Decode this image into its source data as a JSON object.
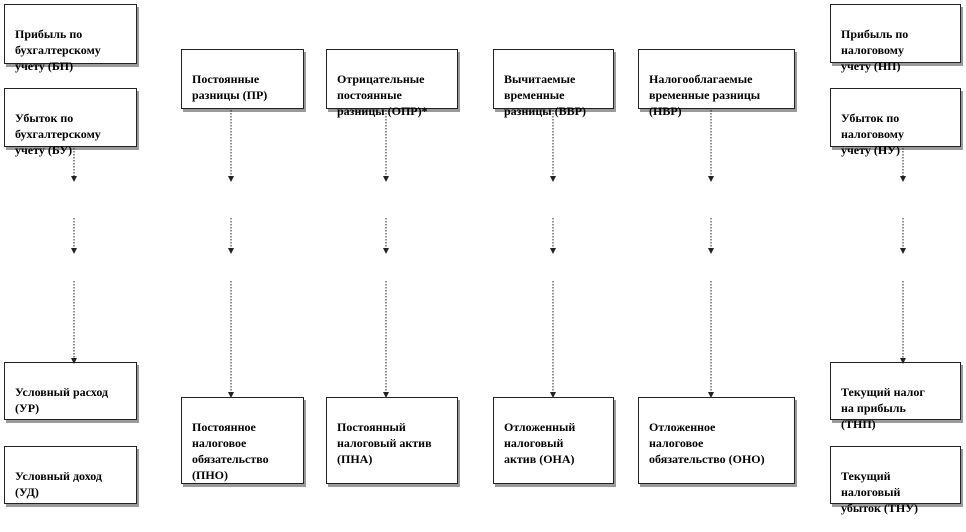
{
  "boxes": {
    "bp": "Прибыль по\nбухгалтерскому\nучету (БП)",
    "bu": "Убыток по\nбухгалтерскому\nучету (БУ)",
    "pr": "Постоянные\nразницы  (ПР)",
    "opr": "Отрицательные\nпостоянные\nразницы  (ОПР)*",
    "vvr": "Вычитаемые\nвременные\nразницы (ВВР)",
    "nvr": "Налогооблагаемые\nвременные разницы\n(НВР)",
    "np": "Прибыль по\nналоговому\nучету (НП)",
    "nu": "Убыток по\nналоговому\nучету (НУ)",
    "ur": "Условный расход\n(УР)",
    "ud": "Условный доход\n(УД)",
    "pno": "Постоянное\nналоговое\nобязательство\n(ПНО)",
    "pna": "Постоянный\nналоговый  актив\n(ПНА)",
    "ona": "Отложенный\nналоговый\nактив (ОНА)",
    "ono": "Отложенное\nналоговое\nобязательство (ОНО)",
    "tnp": "Текущий налог\nна прибыль\n(ТНП)",
    "tnu": "Текущий\nналоговый\nубыток (ТНУ)"
  },
  "colors": {
    "line": "#222222",
    "shadow": "#9a9a9a"
  }
}
